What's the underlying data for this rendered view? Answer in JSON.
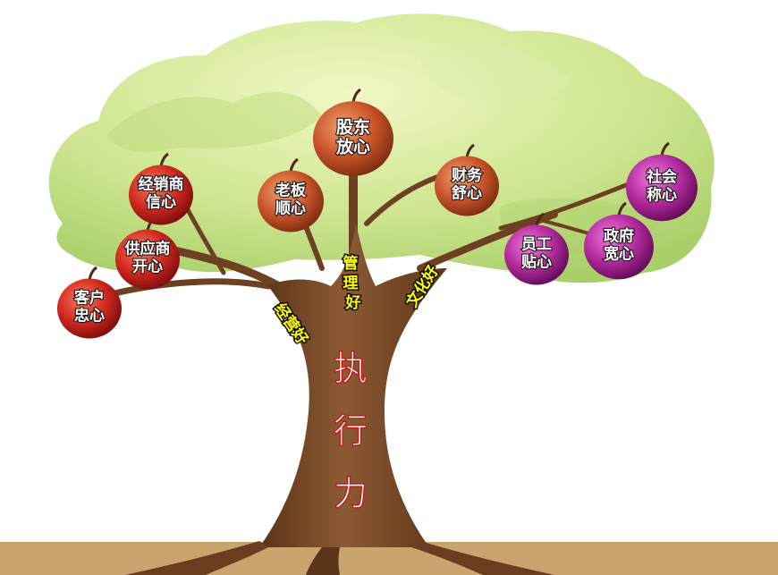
{
  "fruits": [
    {
      "id": "customer",
      "lines": [
        "客户",
        "忠心"
      ],
      "kind": "red"
    },
    {
      "id": "supplier",
      "lines": [
        "供应商",
        "开心"
      ],
      "kind": "red"
    },
    {
      "id": "dealer",
      "lines": [
        "经销商",
        "信心"
      ],
      "kind": "red"
    },
    {
      "id": "boss",
      "lines": [
        "老板",
        "顺心"
      ],
      "kind": "orange"
    },
    {
      "id": "shareholder",
      "lines": [
        "股东",
        "放心"
      ],
      "kind": "orange"
    },
    {
      "id": "finance",
      "lines": [
        "财务",
        "舒心"
      ],
      "kind": "orange"
    },
    {
      "id": "society",
      "lines": [
        "社会",
        "称心"
      ],
      "kind": "purple"
    },
    {
      "id": "government",
      "lines": [
        "政府",
        "宽心"
      ],
      "kind": "purple"
    },
    {
      "id": "employee",
      "lines": [
        "员工",
        "贴心"
      ],
      "kind": "purple"
    }
  ],
  "pillars": {
    "left": "经营好",
    "center": "管理好",
    "right": "文化好"
  },
  "trunk_text": [
    "执",
    "行",
    "力"
  ],
  "colors": {
    "red": "#cc2a24",
    "orange": "#c8572c",
    "purple": "#b22a9c",
    "canopy": "#c9e28a",
    "trunk": "#7b4a2a",
    "ground": "#c9a46e"
  }
}
